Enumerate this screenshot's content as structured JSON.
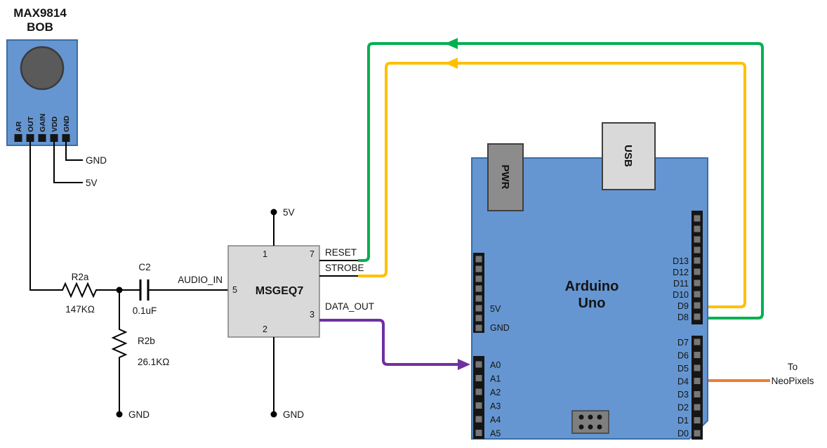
{
  "mic_board": {
    "title_line1": "MAX9814",
    "title_line2": "BOB",
    "pins": [
      "AR",
      "OUT",
      "GAIN",
      "VDD",
      "GND"
    ],
    "gnd_label": "GND",
    "v5_label": "5V"
  },
  "front_end": {
    "r2a_name": "R2a",
    "r2a_value": "147KΩ",
    "c2_name": "C2",
    "c2_value": "0.1uF",
    "r2b_name": "R2b",
    "r2b_value": "26.1KΩ",
    "gnd_label": "GND"
  },
  "msgeq7": {
    "name": "MSGEQ7",
    "pin_top": "1",
    "pin_reset": "7",
    "pin_audio": "5",
    "pin_gnd": "2",
    "pin_data": "3",
    "v5_label": "5V",
    "gnd_label": "GND",
    "signals": {
      "audio_in": "AUDIO_IN",
      "reset": "RESET",
      "strobe": "STROBE",
      "data_out": "DATA_OUT"
    }
  },
  "arduino": {
    "name_line1": "Arduino",
    "name_line2": "Uno",
    "pwr_label": "PWR",
    "usb_label": "USB",
    "power_pins": [
      "5V",
      "GND"
    ],
    "analog_pins": [
      "A0",
      "A1",
      "A2",
      "A3",
      "A4",
      "A5"
    ],
    "digital_pins_upper": [
      "D13",
      "D12",
      "D11",
      "D10",
      "D9",
      "D8"
    ],
    "digital_pins_lower": [
      "D7",
      "D6",
      "D5",
      "D4",
      "D3",
      "D2",
      "D1",
      "D0"
    ]
  },
  "annotation": {
    "neopixel_line1": "To",
    "neopixel_line2": "NeoPixels"
  },
  "colors": {
    "board_blue": "#6596D1",
    "chip_gray": "#D9D9D9",
    "wire_green": "#00B050",
    "wire_yellow": "#FFC000",
    "wire_purple": "#7030A0",
    "wire_orange": "#ED7D31"
  }
}
